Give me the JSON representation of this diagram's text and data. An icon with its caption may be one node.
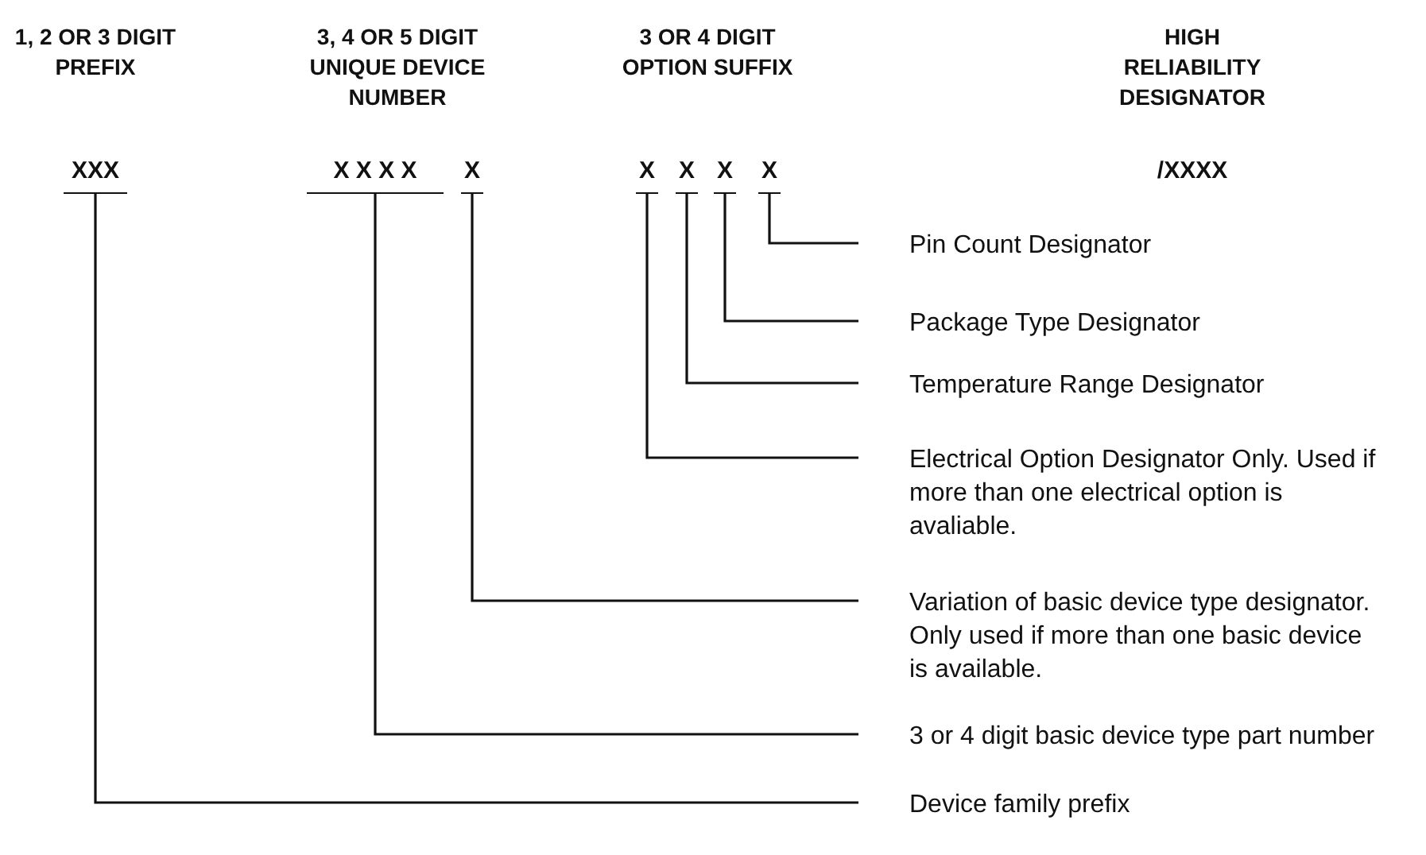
{
  "diagram": {
    "nodes": [
      {
        "text": [
          "XXX"
        ]
      },
      {
        "text": [
          "X X X X"
        ]
      },
      {
        "text": [
          "X"
        ]
      },
      {
        "text": [
          "X"
        ]
      },
      {
        "text": [
          "X"
        ]
      },
      {
        "text": [
          "X"
        ]
      },
      {
        "text": [
          "X"
        ]
      },
      {
        "text": [
          "Pin Count Designator"
        ]
      },
      {
        "text": [
          "Package Type Designator"
        ]
      },
      {
        "text": [
          "Temperature Range Designator"
        ]
      },
      {
        "text": [
          "Electrical Option Designator Only. Used if more than one electrical option is avaliable."
        ]
      },
      {
        "text": [
          "Variation of basic device type designator. Only used if more than one basic device is available."
        ]
      },
      {
        "text": [
          "3 or 4 digit basic device type part number"
        ]
      },
      {
        "text": [
          "Device family prefix"
        ]
      }
    ],
    "edges": [
      {
        "from": 7,
        "to": 6,
        "arrow": "none"
      },
      {
        "from": 8,
        "to": 5,
        "arrow": "none"
      },
      {
        "from": 9,
        "to": 4,
        "arrow": "none"
      },
      {
        "from": 10,
        "to": 3,
        "arrow": "none"
      },
      {
        "from": 11,
        "to": 2,
        "arrow": "none"
      },
      {
        "from": 12,
        "to": 1,
        "arrow": "none"
      },
      {
        "from": 13,
        "to": 0,
        "arrow": "none"
      }
    ],
    "labels": [
      "1, 2 OR 3 DIGIT PREFIX",
      "3, 4 OR 5 DIGIT UNIQUE DEVICE NUMBER",
      "3 OR 4 DIGIT OPTION SUFFIX",
      "HIGH RELIABILITY DESIGNATOR",
      "/XXXX"
    ]
  }
}
